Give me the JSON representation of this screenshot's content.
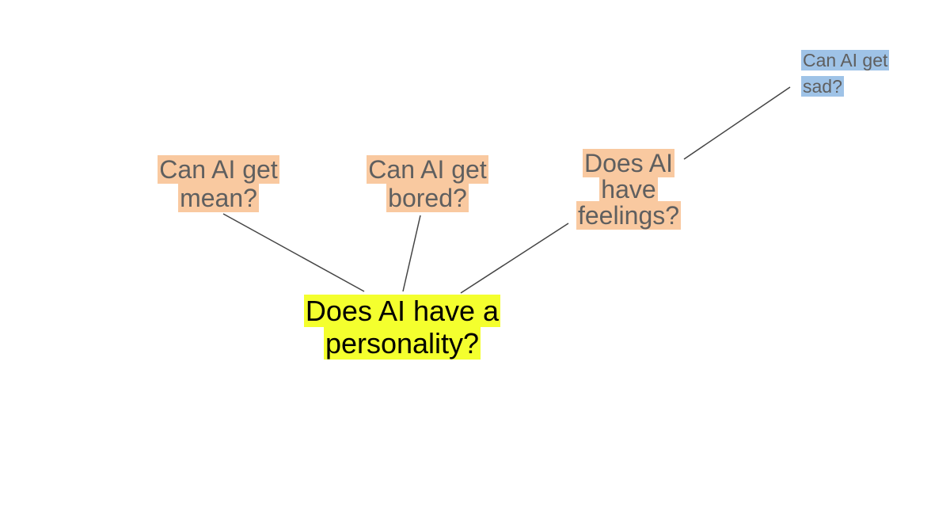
{
  "colors": {
    "root_highlight": "#f4ff2e",
    "child_highlight": "#f9c9a0",
    "leaf_highlight": "#9fc3e7",
    "connector": "#444444",
    "child_text": "#5f5f5f",
    "root_text": "#000000"
  },
  "diagram": {
    "root": {
      "line1": "Does AI have a",
      "line2": "personality?"
    },
    "children": [
      {
        "line1": "Can AI get",
        "line2": "mean?"
      },
      {
        "line1": "Can AI get",
        "line2": "bored?"
      },
      {
        "line1": "Does AI",
        "line2": "have",
        "line3": "feelings?"
      }
    ],
    "leaf": {
      "line1": "Can AI get",
      "line2": "sad?"
    }
  }
}
